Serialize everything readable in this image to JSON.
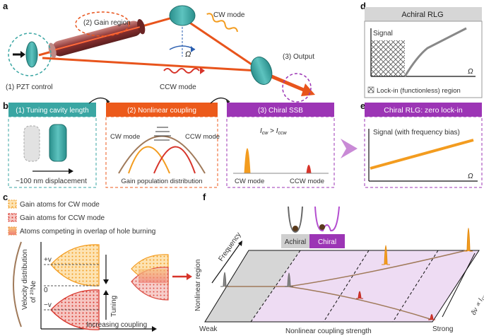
{
  "panels": {
    "a": {
      "letter": "a",
      "gain_region": "(2) Gain region",
      "cw_mode": "CW mode",
      "omega": "Ω",
      "ccw_mode": "CCW mode",
      "output": "(3) Output",
      "pzt": "(1) PZT control"
    },
    "b": {
      "letter": "b",
      "box1_title": "(1) Tuning cavity length",
      "box1_caption": "~100 nm displacement",
      "box2_title": "(2) Nonlinear coupling",
      "box2_cw": "CW mode",
      "box2_ccw": "CCW mode",
      "box2_caption": "Gain population distribution",
      "box3_title": "(3) Chiral SSB",
      "box3_relation_left": "I",
      "box3_relation_left_sub": "cw",
      "box3_relation_op": " > ",
      "box3_relation_right": "I",
      "box3_relation_right_sub": "ccw",
      "box3_cw": "CW mode",
      "box3_ccw": "CCW mode"
    },
    "c": {
      "letter": "c",
      "legend": [
        "Gain atoms for CW mode",
        "Gain atoms for CCW mode",
        "Atoms competing in overlap of hole burning"
      ],
      "ylabel_line1": "Velocity distribution",
      "ylabel_line2": "of ²⁰Ne",
      "plus_v": "+v",
      "zero": "0",
      "minus_v": "−v",
      "tuning": "Tuning",
      "xlabel": "Increasing coupling",
      "nonlinear": "Nonlinear region"
    },
    "d": {
      "letter": "d",
      "title": "Achiral RLG",
      "ylabel": "Signal",
      "xlabel": "Ω",
      "lockin": "Lock-in (functionless) region"
    },
    "e": {
      "letter": "e",
      "title": "Chiral RLG: zero lock-in",
      "ylabel": "Signal (with frequency bias)",
      "xlabel": "Ω"
    },
    "f": {
      "letter": "f",
      "achiral": "Achiral",
      "chiral": "Chiral",
      "frequency": "Frequency",
      "weak": "Weak",
      "xlabel": "Nonlinear coupling strength",
      "strong": "Strong",
      "delta_label": "δν ∝ I",
      "delta_sub1": "cw",
      "delta_mid": " − I",
      "delta_sub2": "ccw"
    }
  },
  "colors": {
    "teal": "#3aa6a3",
    "orange": "#f39c1f",
    "red": "#d7342a",
    "purple": "#9c35b5",
    "brown": "#a07a5a",
    "lavender": "#eedcf3",
    "grey": "#d6d6d6"
  }
}
